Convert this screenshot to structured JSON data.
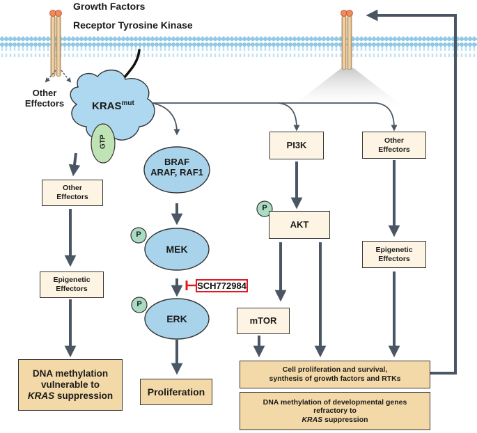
{
  "receptor": {
    "ligand_label": "Growth Factors",
    "receptor_label": "Receptor Tyrosine Kinase"
  },
  "kras": {
    "name": "KRAS",
    "superscript": "mut",
    "gtp": "GTP",
    "other_effectors_left": "Other\nEffectors"
  },
  "left_branch": {
    "other_effectors": "Other\nEffectors",
    "epigenetic_effectors": "Epigenetic\nEffectors",
    "outcome_line1": "DNA methylation",
    "outcome_line2": "vulnerable to",
    "outcome_gene": "KRAS",
    "outcome_line3_rest": " suppression"
  },
  "raf_branch": {
    "raf": "BRAF\nARAF, RAF1",
    "mek": "MEK",
    "erk": "ERK",
    "phospho": "P",
    "inhibitor": "SCH772984",
    "outcome": "Proliferation"
  },
  "pi3k_branch": {
    "pi3k": "PI3K",
    "akt": "AKT",
    "phospho": "P",
    "mtor": "mTOR"
  },
  "right_branch": {
    "other_effectors": "Other\nEffectors",
    "epigenetic_effectors": "Epigenetic\nEffectors"
  },
  "bottom": {
    "cell_proliferation": "Cell proliferation and survival,\nsynthesis of growth factors and RTKs",
    "dna_methylation_line1": "DNA methylation of developmental genes",
    "dna_methylation_line2": "refractory to",
    "dna_methylation_gene": "KRAS",
    "dna_methylation_line3_rest": " suppression"
  },
  "colors": {
    "arrow": "#4a5663",
    "light_box": "#fdf4e3",
    "tan_box": "#f4d9a8",
    "oval": "#a9d3ea",
    "kras": "#aed8ef",
    "gtp": "#bfe3b5",
    "inhibitor_border": "#e0181f",
    "membrane": "#7fc3e6"
  }
}
